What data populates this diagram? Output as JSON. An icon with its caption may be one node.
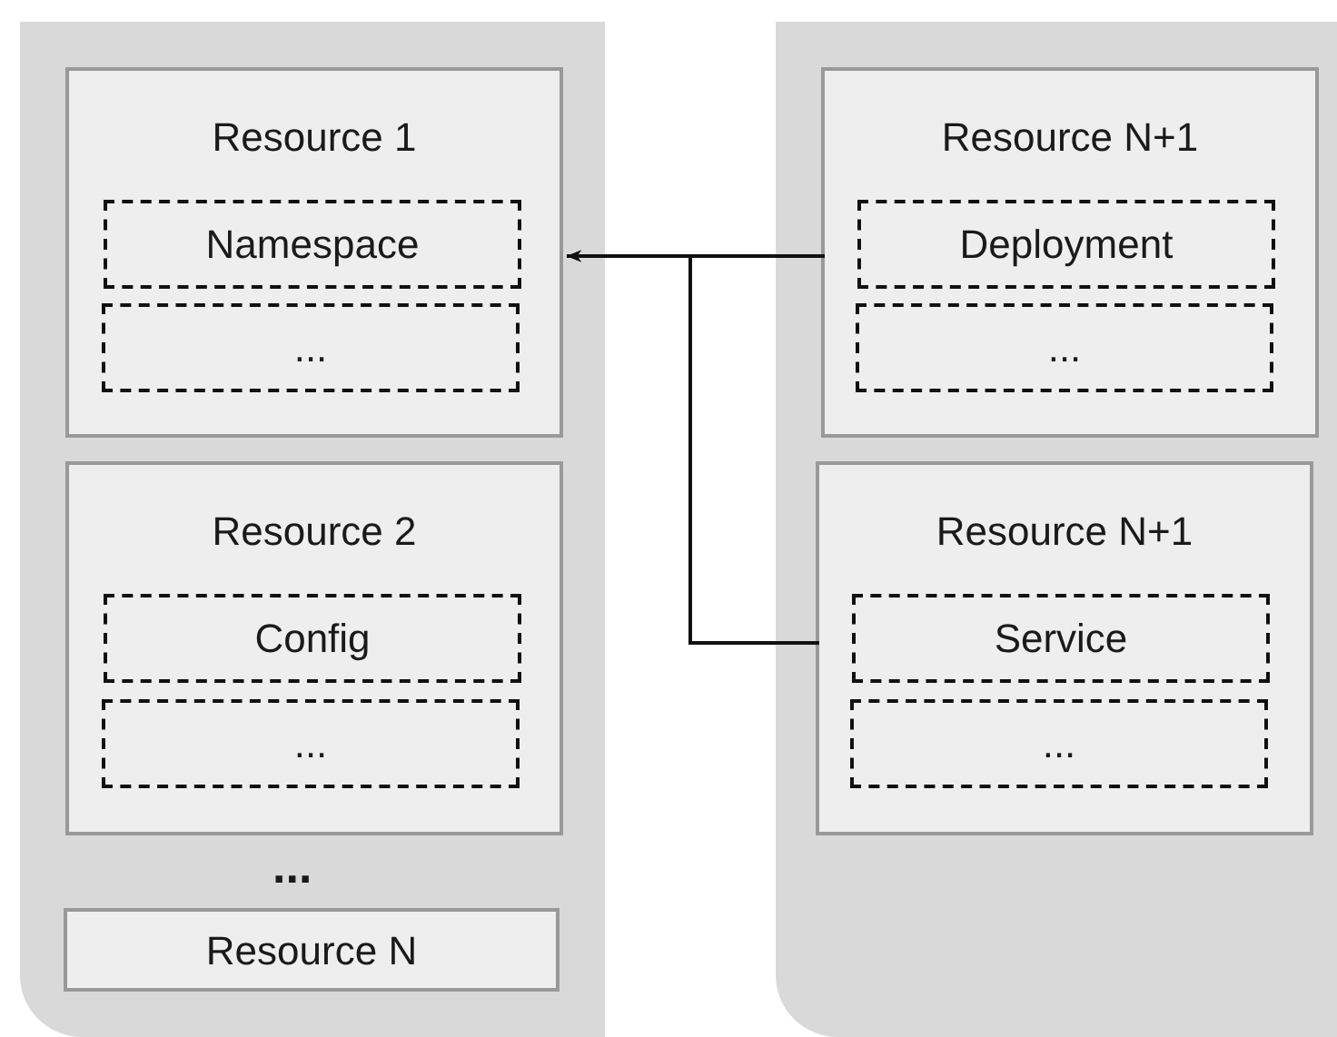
{
  "diagram": {
    "nodes": [
      {
        "text": [],
        "shape": "box"
      },
      {
        "text": [
          "Resource 1"
        ],
        "in": 0
      },
      {
        "text": [
          "Namespace"
        ],
        "in": 1
      },
      {
        "text": [
          "..."
        ],
        "in": 1
      },
      {
        "text": [
          "Resource 2"
        ],
        "in": 0
      },
      {
        "text": [
          "Config"
        ],
        "in": 4
      },
      {
        "text": [
          "..."
        ],
        "in": 4
      },
      {
        "text": [
          "Resource N"
        ],
        "in": 0
      },
      {
        "text": [],
        "shape": "box"
      },
      {
        "text": [
          "Resource N+1"
        ],
        "in": 8
      },
      {
        "text": [
          "Deployment"
        ],
        "in": 9
      },
      {
        "text": [
          "..."
        ],
        "in": 9
      },
      {
        "text": [
          "Resource N+1"
        ],
        "in": 8
      },
      {
        "text": [
          "Service"
        ],
        "in": 12
      },
      {
        "text": [
          "..."
        ],
        "in": 12
      }
    ],
    "edges": [
      {
        "from": 9,
        "to": 1,
        "arrow": "to"
      },
      {
        "from": 12,
        "to": 1,
        "arrow": "to"
      }
    ],
    "labels": [
      "..."
    ]
  }
}
